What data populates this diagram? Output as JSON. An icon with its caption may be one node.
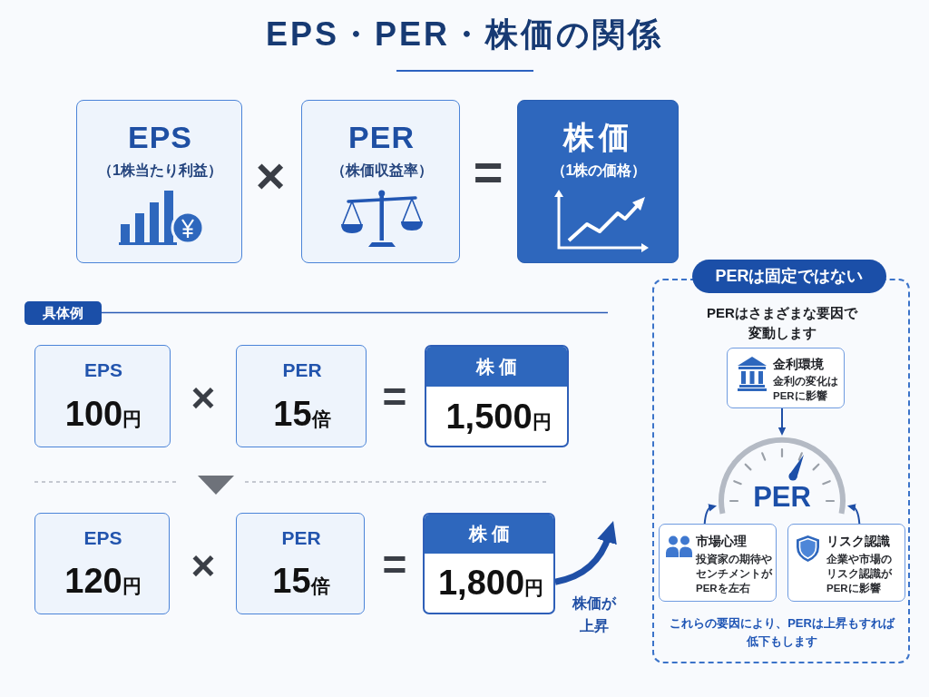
{
  "diagram": {
    "title": "EPS・PER・株価の関係",
    "nodes": [
      {
        "text": [
          "EPS",
          "（1株当たり利益）"
        ]
      },
      {
        "text": [
          "PER",
          "（株価収益率）"
        ]
      },
      {
        "text": [
          "株価",
          "（1株の価格）"
        ]
      },
      {
        "text": [
          "具体例"
        ]
      },
      {
        "text": [
          "EPS",
          "100円"
        ]
      },
      {
        "text": [
          "PER",
          "15倍"
        ]
      },
      {
        "text": [
          "株価",
          "1,500円"
        ]
      },
      {
        "text": [
          "EPS",
          "120円"
        ]
      },
      {
        "text": [
          "PER",
          "15倍"
        ]
      },
      {
        "text": [
          "株価",
          "1,800円"
        ],
        "beside": [
          "株価が上昇"
        ]
      },
      {
        "text": [
          "PERは固定ではない",
          "PERはさまざまな要因で変動します",
          "これらの要因により、PERは上昇もすれば低下もします"
        ]
      },
      {
        "text": [
          "金利環境",
          "金利の変化はPERに影響"
        ],
        "in": 10
      },
      {
        "text": [
          "PER"
        ],
        "in": 10
      },
      {
        "text": [
          "市場心理",
          "投資家の期待やセンチメントがPERを左右"
        ],
        "in": 10
      },
      {
        "text": [
          "リスク認識",
          "企業や市場のリスク認識がPERに影響"
        ],
        "in": 10
      }
    ],
    "edges": [
      {
        "from": 11,
        "to": 12,
        "arrow": "to"
      },
      {
        "from": 13,
        "to": 12,
        "arrow": "to"
      },
      {
        "from": 14,
        "to": 12,
        "arrow": "to"
      },
      {
        "from": 9,
        "to": null,
        "arrow": "to",
        "style": "thick"
      }
    ],
    "labels": [
      "×",
      "=",
      "×",
      "=",
      "×",
      "="
    ]
  }
}
